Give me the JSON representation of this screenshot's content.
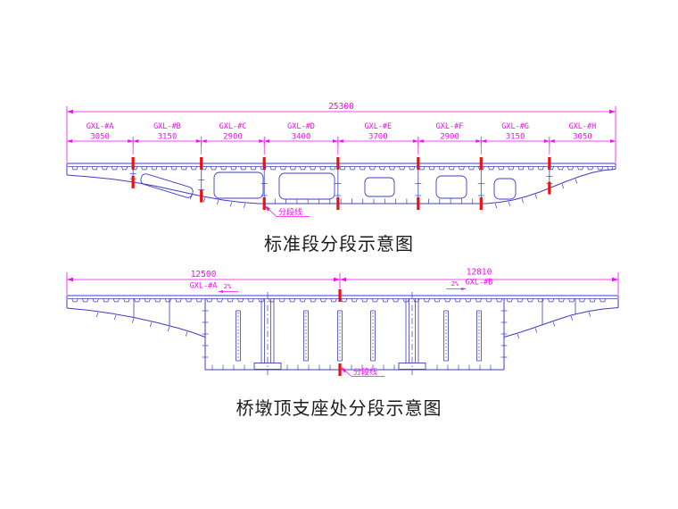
{
  "colors": {
    "line": "#3d3dc4",
    "dim": "#f50af5",
    "mark": "#ee1010",
    "title": "#1b1b1b"
  },
  "figure1": {
    "title": "标准段分段示意图",
    "overall_dim": "25300",
    "segments": [
      {
        "label": "GXL-#A",
        "length": "3050"
      },
      {
        "label": "GXL-#B",
        "length": "3150"
      },
      {
        "label": "GXL-#C",
        "length": "2900"
      },
      {
        "label": "GXL-#D",
        "length": "3400"
      },
      {
        "label": "GXL-#E",
        "length": "3700"
      },
      {
        "label": "GXL-#F",
        "length": "2900"
      },
      {
        "label": "GXL-#G",
        "length": "3150"
      },
      {
        "label": "GXL-#H",
        "length": "3050"
      }
    ],
    "segment_line_label": "分段线"
  },
  "figure2": {
    "title": "桥墩顶支座处分段示意图",
    "spans": [
      {
        "label": "GXL-#A",
        "dim": "12500"
      },
      {
        "label": "GXL-#B",
        "dim": "12810"
      }
    ],
    "slope_label": "2%",
    "segment_line_label": "分段线"
  }
}
